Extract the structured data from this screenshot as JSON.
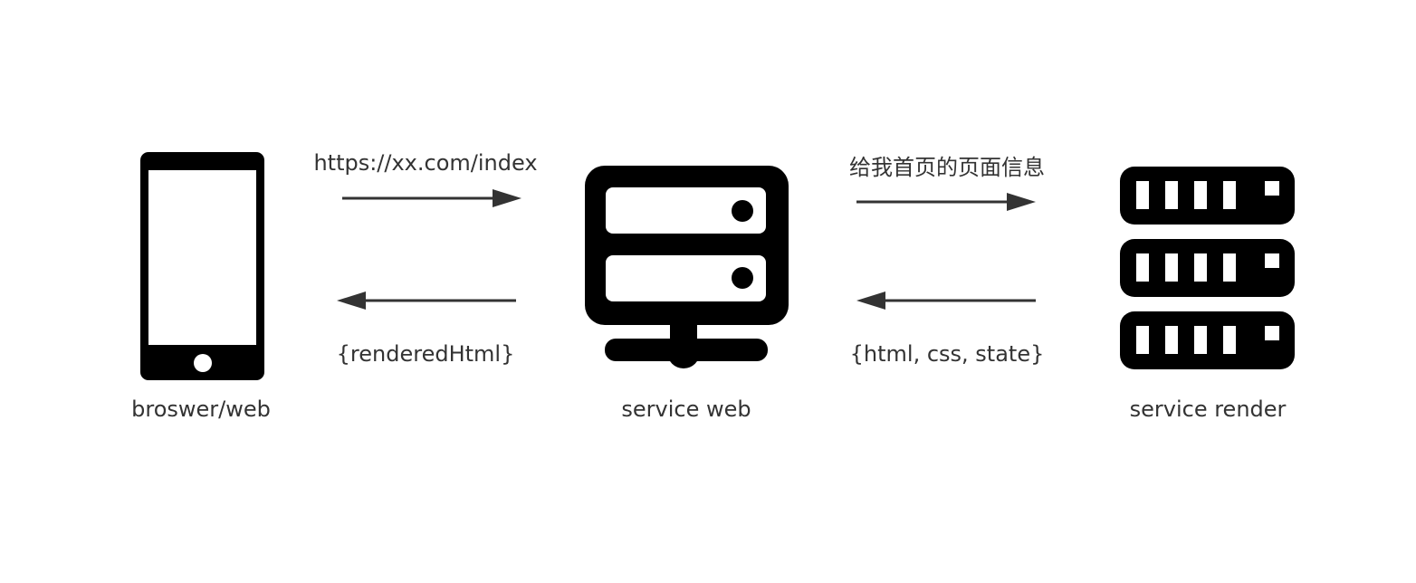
{
  "nodes": {
    "browser": {
      "label": "broswer/web",
      "icon": "smartphone-icon"
    },
    "web": {
      "label": "service web",
      "icon": "server-network-icon"
    },
    "render": {
      "label": "service render",
      "icon": "server-rack-icon"
    }
  },
  "edges": {
    "request_url": "https://xx.com/index",
    "rendered_html": "{renderedHtml}",
    "homepage_request": "给我首页的页面信息",
    "render_payload": "{html, css, state}"
  },
  "colors": {
    "icon": "#000000",
    "arrow": "#333333",
    "text": "#333333",
    "background": "#ffffff"
  }
}
